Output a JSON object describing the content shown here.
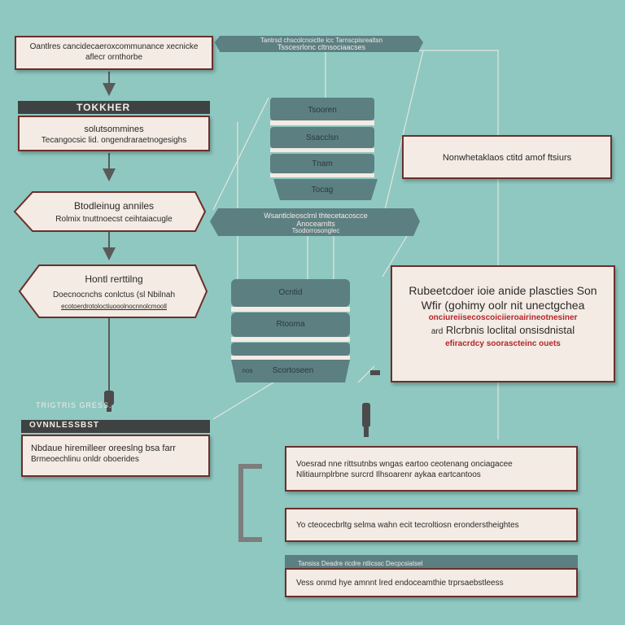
{
  "colors": {
    "background": "#8ec8c1",
    "box_fill": "#f3ebe4",
    "box_border": "#6e2e2a",
    "header": "#3f4242",
    "banner": "#5c7f82",
    "accent_red": "#b3262a",
    "connector": "#5a5a5a"
  },
  "top_left_box": {
    "line1": "Oantlres cancidecaeroxcommunance xecnicke",
    "line2": "aflecr ornthorbe"
  },
  "top_banner": {
    "line1": "Tantrsd chscolcnoiclte icc Tarnscpisrealtsn",
    "line2": "Tsscesrlonc cltnsociaacses"
  },
  "left_column": {
    "box1": {
      "header": "TOKKHER",
      "title": "solutsommines",
      "subtitle": "Tecangocsic lid. ongendraraetnogesighs"
    },
    "box2": {
      "title": "Btodleinug anniles",
      "subtitle": "Rolmix tnuttnoecst ceihtaiacugle"
    },
    "box3": {
      "title": "Hontl rerttilng",
      "line1": "Doecnocnchs conlctus (sl Nbilnah",
      "line2": "ecotoerdrotoloctiuooolnocnnolcmooll"
    },
    "box4_small_label": "TRIGTRIS GRESS.",
    "box4": {
      "header": "OVNNLESSBST",
      "line1": "Nbdaue hiremilleer oreeslng bsa farr",
      "line2": "Brmeoechlinu onldr oboerides"
    }
  },
  "stack_top": {
    "disks": [
      "Tsooren",
      "Ssacclsn",
      "Tnam",
      "Tocag"
    ]
  },
  "stack_mid_banner": {
    "line1": "Wsantlcleosclrnl thtecetacoscce",
    "line2": "Anocearnlts",
    "line3": "Tsodorrosonglec"
  },
  "stack_bottom": {
    "disks": [
      "Ocntid",
      "Rtooma",
      "",
      "Scortoseen"
    ],
    "prefix": "nos"
  },
  "right_top_box": {
    "text": "Nonwhetaklaos ctitd amof ftsiurs"
  },
  "right_big_box": {
    "line1": "Rubeetcdoer ioie anide plascties Son",
    "line2": "Wfir (gohimy oolr nit unectgchea",
    "line3": "onciureiisecoscoiciieroairineotnesiner",
    "line4_prefix": "ard",
    "line4": "Rlcrbnis loclital onsisdnistal",
    "line5": "efiracrdcy soorascteinc ouets"
  },
  "bottom_boxes": [
    {
      "line1": "Voesrad nne rittsutnbs wngas eartoo ceotenang onciagacee",
      "line2": "Nlitiaurnplrbne surcrd Ilhsoarenr aykaa eartcantoos"
    },
    {
      "line1": "Yo cteocecbrltg selma wahn ecit tecroltiosn eronderstheightes"
    },
    {
      "header": "Tansiss Deadre ricdre ntlicssc Decpcsiatsel",
      "line1": "Vess onmd hye amnnt lred endoceamthie trprsaebstleess"
    }
  ]
}
